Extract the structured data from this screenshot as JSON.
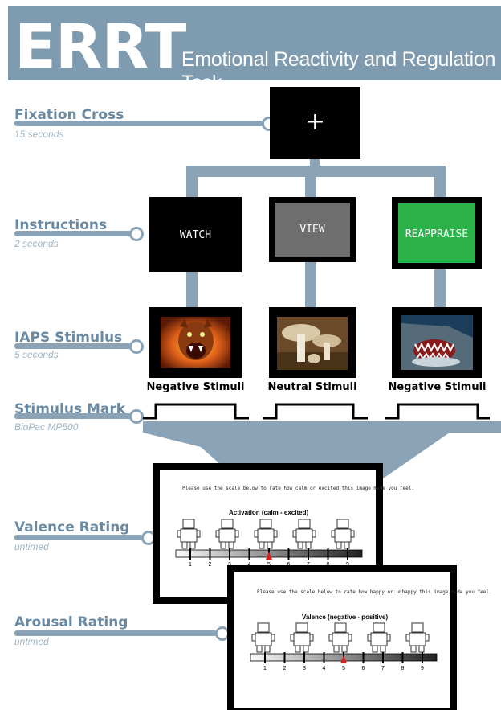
{
  "header": {
    "acronym": "ERRT",
    "subtitle": "Emotional Reactivity and Regulation Task"
  },
  "stages": [
    {
      "label": "Fixation Cross",
      "duration": "15 seconds"
    },
    {
      "label": "Instructions",
      "duration": "2 seconds"
    },
    {
      "label": "IAPS Stimulus",
      "duration": "5 seconds"
    },
    {
      "label": "Stimulus Mark",
      "duration": "BioPac MP500"
    },
    {
      "label": "Valence Rating",
      "duration": "untimed"
    },
    {
      "label": "Arousal Rating",
      "duration": "untimed"
    }
  ],
  "fixation": {
    "symbol": "+"
  },
  "instructions": [
    "WATCH",
    "VIEW",
    "REAPPRAISE"
  ],
  "stimuli": [
    {
      "label": "Negative Stimuli",
      "icon": "snarling-dog-image"
    },
    {
      "label": "Neutral Stimuli",
      "icon": "mushrooms-image"
    },
    {
      "label": "Negative Stimuli",
      "icon": "shark-image"
    }
  ],
  "rating_screens": [
    {
      "prompt": "Please use the scale below to rate how calm or excited this image made you feel.",
      "scale_title": "Activation (calm - excited)",
      "numbers": [
        "1",
        "2",
        "3",
        "4",
        "5",
        "6",
        "7",
        "8",
        "9"
      ],
      "selected": 5
    },
    {
      "prompt": "Please use the scale below to rate how happy or unhappy this image made you feel.",
      "scale_title": "Valence (negative - positive)",
      "numbers": [
        "1",
        "2",
        "3",
        "4",
        "5",
        "6",
        "7",
        "8",
        "9"
      ],
      "selected": 5
    }
  ],
  "colors": {
    "accent": "#7f9bb0",
    "label": "#6a8aa3",
    "reappraise": "#2bb34a",
    "view": "#6e6e6e",
    "marker": "#d42020"
  }
}
